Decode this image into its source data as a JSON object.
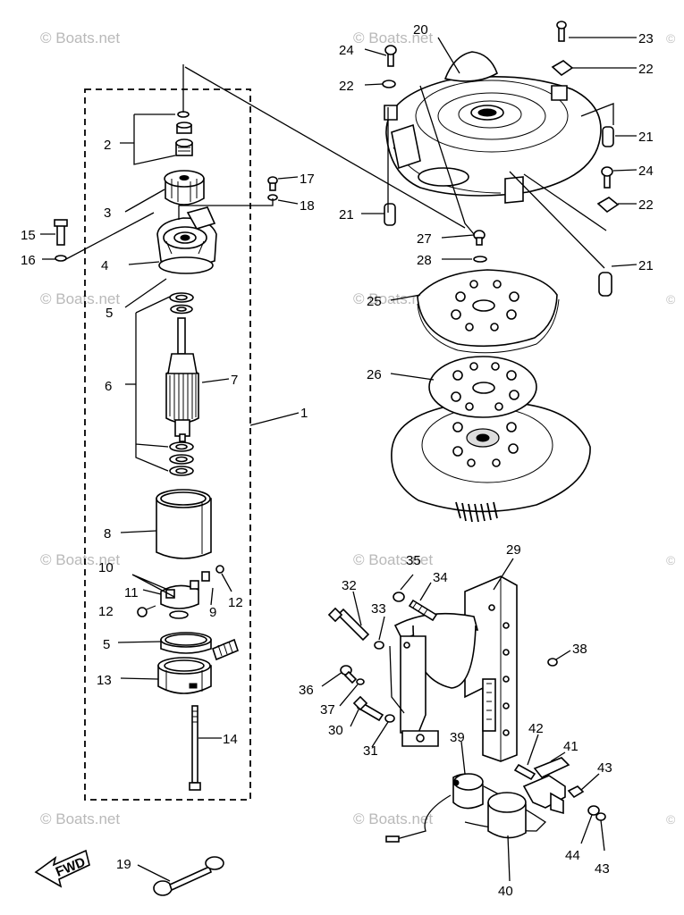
{
  "watermark": {
    "text": "© Boats.net",
    "mark": "©"
  },
  "callouts": {
    "n1": "1",
    "n2": "2",
    "n3": "3",
    "n4": "4",
    "n5a": "5",
    "n5b": "5",
    "n6": "6",
    "n7": "7",
    "n8": "8",
    "n9": "9",
    "n10": "10",
    "n11": "11",
    "n12a": "12",
    "n12b": "12",
    "n13": "13",
    "n14": "14",
    "n15": "15",
    "n16": "16",
    "n17": "17",
    "n18": "18",
    "n19": "19",
    "n20": "20",
    "n21a": "21",
    "n21b": "21",
    "n21c": "21",
    "n22a": "22",
    "n22b": "22",
    "n22c": "22",
    "n23": "23",
    "n24a": "24",
    "n24b": "24",
    "n25": "25",
    "n26": "26",
    "n27": "27",
    "n28": "28",
    "n29": "29",
    "n30": "30",
    "n31": "31",
    "n32": "32",
    "n33": "33",
    "n34": "34",
    "n35": "35",
    "n36": "36",
    "n37": "37",
    "n38": "38",
    "n39": "39",
    "n40": "40",
    "n41": "41",
    "n42": "42",
    "n43a": "43",
    "n43b": "43",
    "n44": "44"
  },
  "fwd_badge": "FWD"
}
